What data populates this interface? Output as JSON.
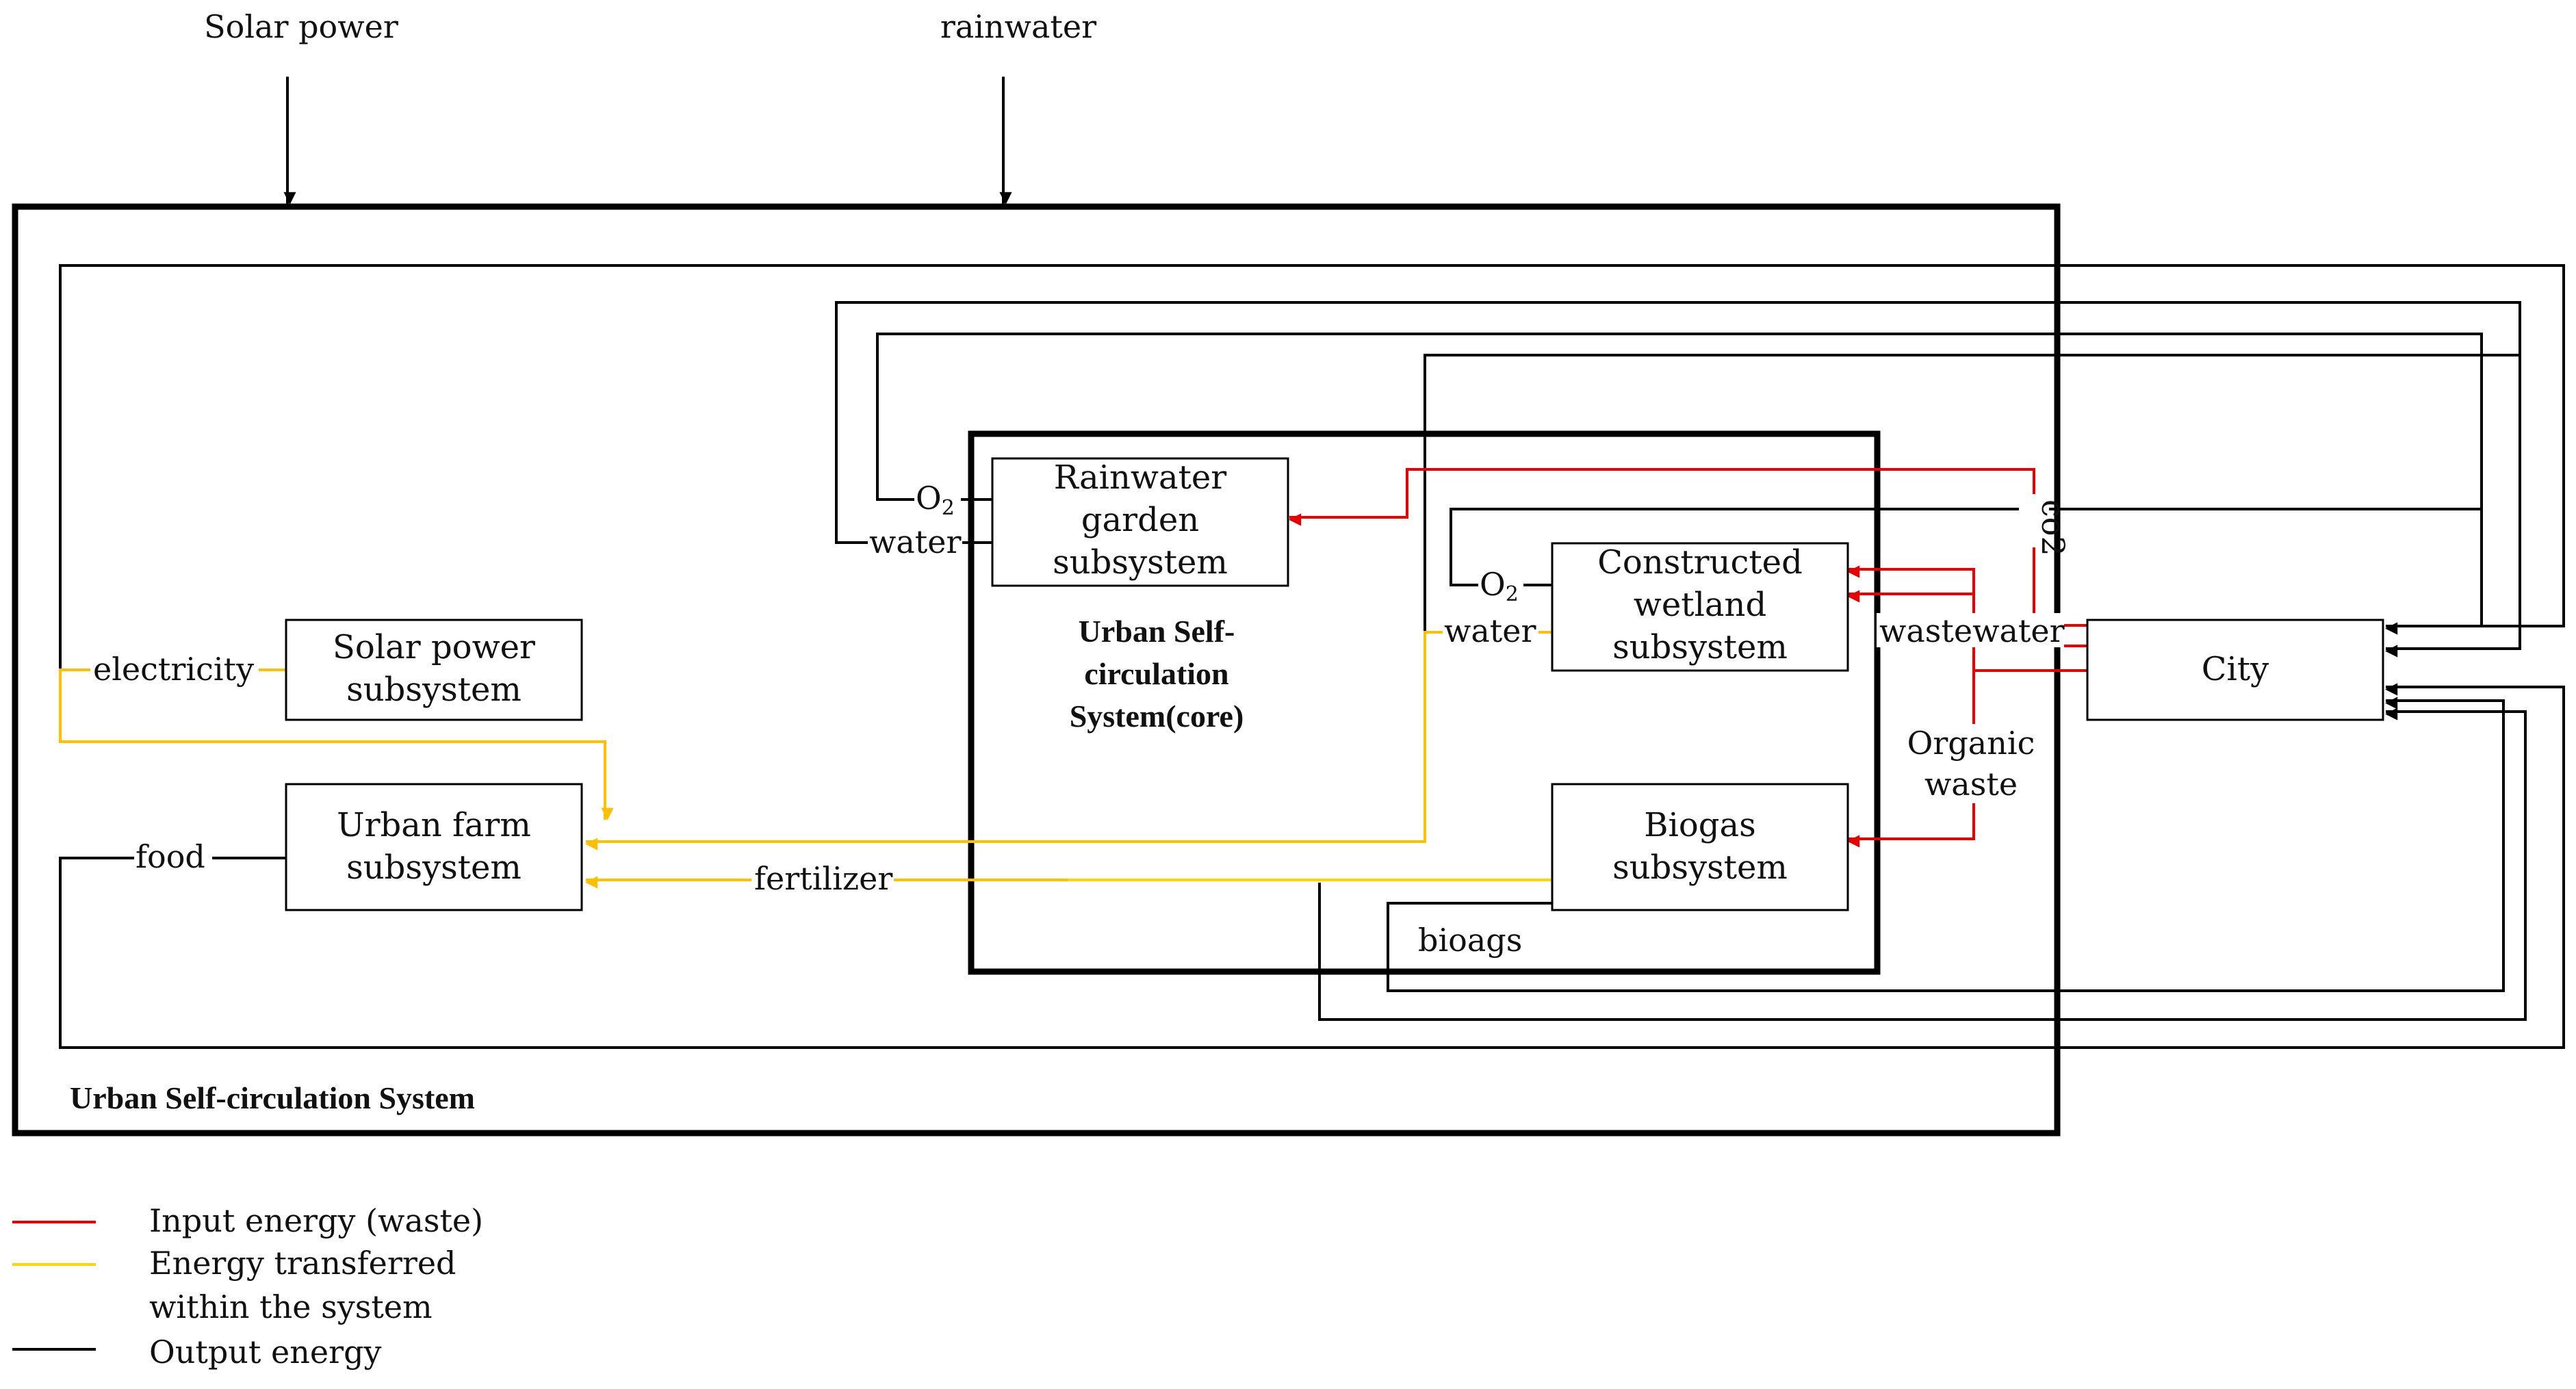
{
  "inputs": {
    "solar_power": "Solar power",
    "rainwater": "rainwater"
  },
  "systems": {
    "outer": "Urban Self-circulation System",
    "core_line1": "Urban Self-",
    "core_line2": "circulation",
    "core_line3": "System(core)"
  },
  "boxes": {
    "rainwater_garden": [
      "Rainwater",
      "garden",
      "subsystem"
    ],
    "constructed_wetland": [
      "Constructed",
      "wetland",
      "subsystem"
    ],
    "biogas": [
      "Biogas",
      "subsystem"
    ],
    "solar_power": [
      "Solar power",
      "subsystem"
    ],
    "urban_farm": [
      "Urban farm",
      "subsystem"
    ],
    "city": "City"
  },
  "flow_labels": {
    "o2_rain": "O",
    "o2_rain_sub": "2",
    "water_rain": "water",
    "o2_wet": "O",
    "o2_wet_sub": "2",
    "water_wet": "water",
    "co2": "co2",
    "wastewater": "wastewater",
    "organic_waste": [
      "Organic",
      "waste"
    ],
    "electricity": "electricity",
    "food": "food",
    "fertilizer": "fertilizer",
    "biogas": "bioags"
  },
  "legend": {
    "items": [
      {
        "label": [
          "Input energy (waste)"
        ],
        "color": "#e60000"
      },
      {
        "label": [
          "Energy transferred",
          "within the system"
        ],
        "color": "#ffd700"
      },
      {
        "label": [
          "Output energy"
        ],
        "color": "#000000"
      }
    ]
  },
  "colors": {
    "input": "#e60000",
    "internal": "#ffc000",
    "output": "#000000"
  }
}
